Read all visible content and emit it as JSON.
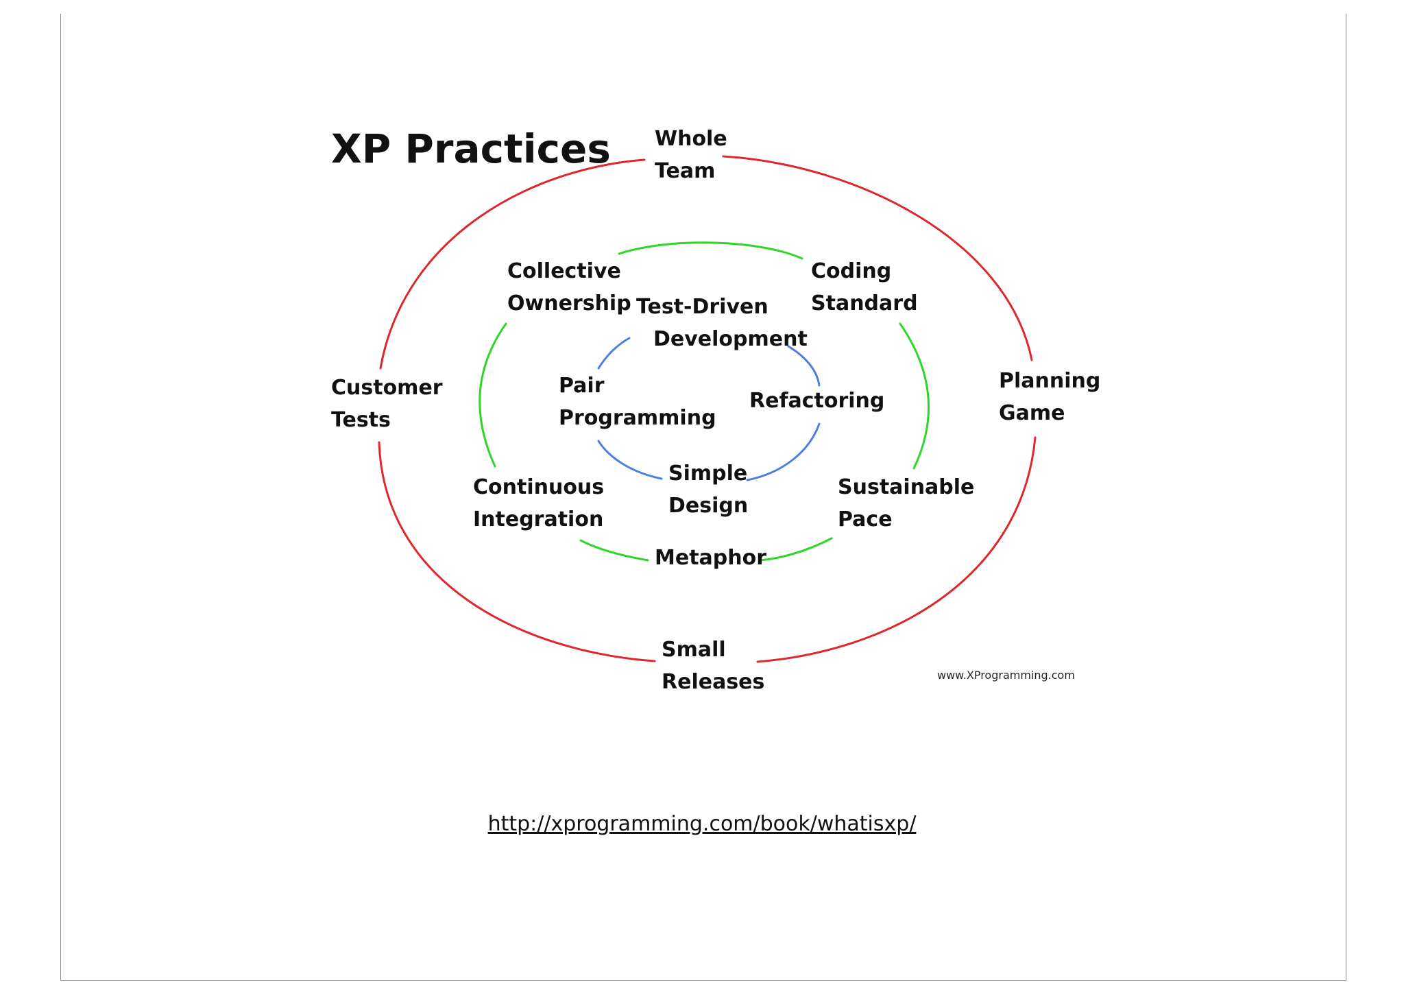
{
  "diagram": {
    "title": "XP Practices",
    "credit": "www.XProgramming.com",
    "colors": {
      "outer": "#e0262d",
      "middle": "#2ed62a",
      "inner": "#4d7fe0",
      "text": "#111111"
    },
    "outer_ring": {
      "whole_team": [
        "Whole",
        "Team"
      ],
      "planning_game": [
        "Planning",
        "Game"
      ],
      "small_releases": [
        "Small",
        "Releases"
      ],
      "customer_tests": [
        "Customer",
        "Tests"
      ]
    },
    "middle_ring": {
      "collective_ownership": [
        "Collective",
        "Ownership"
      ],
      "coding_standard": [
        "Coding",
        "Standard"
      ],
      "sustainable_pace": [
        "Sustainable",
        "Pace"
      ],
      "metaphor": [
        "Metaphor"
      ],
      "continuous_integration": [
        "Continuous",
        "Integration"
      ]
    },
    "inner_ring": {
      "test_driven_development": [
        "Test-Driven",
        "Development"
      ],
      "refactoring": [
        "Refactoring"
      ],
      "simple_design": [
        "Simple",
        "Design"
      ],
      "pair_programming": [
        "Pair",
        "Programming"
      ]
    }
  },
  "footer": {
    "source_url": "http://xprogramming.com/book/whatisxp/"
  }
}
